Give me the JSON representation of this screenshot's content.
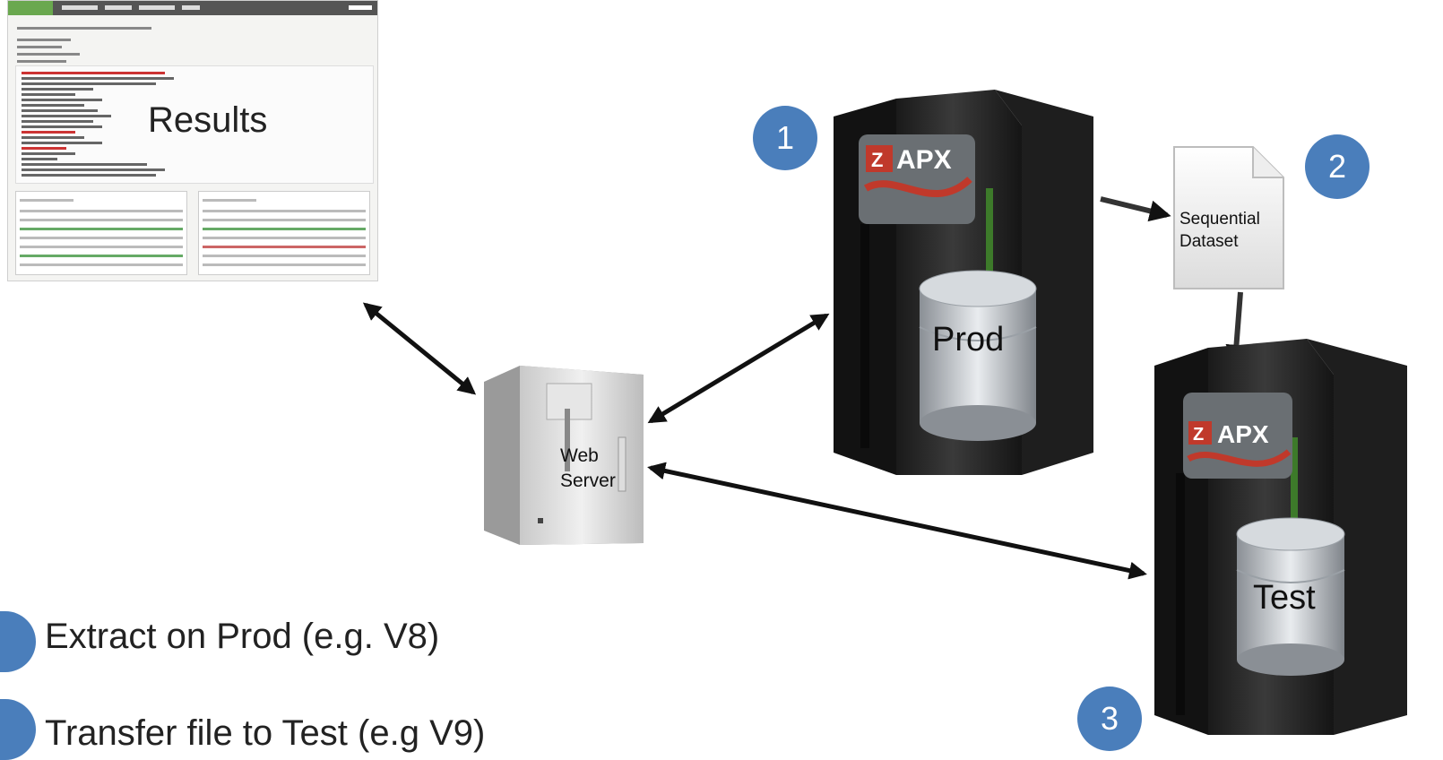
{
  "results": {
    "label": "Results"
  },
  "web_server": {
    "label_line1": "Web",
    "label_line2": "Server"
  },
  "prod": {
    "db_label": "Prod",
    "logo": "APX"
  },
  "test": {
    "db_label": "Test",
    "logo": "APX"
  },
  "dataset": {
    "label_line1": "Sequential",
    "label_line2": "Dataset"
  },
  "badges": {
    "one": "1",
    "two": "2",
    "three": "3"
  },
  "steps": [
    {
      "text": "Extract on Prod (e.g. V8)"
    },
    {
      "text": "Transfer file to Test (e.g V9)"
    }
  ],
  "colors": {
    "badge": "#4a7ebb",
    "arrow": "#111111"
  }
}
